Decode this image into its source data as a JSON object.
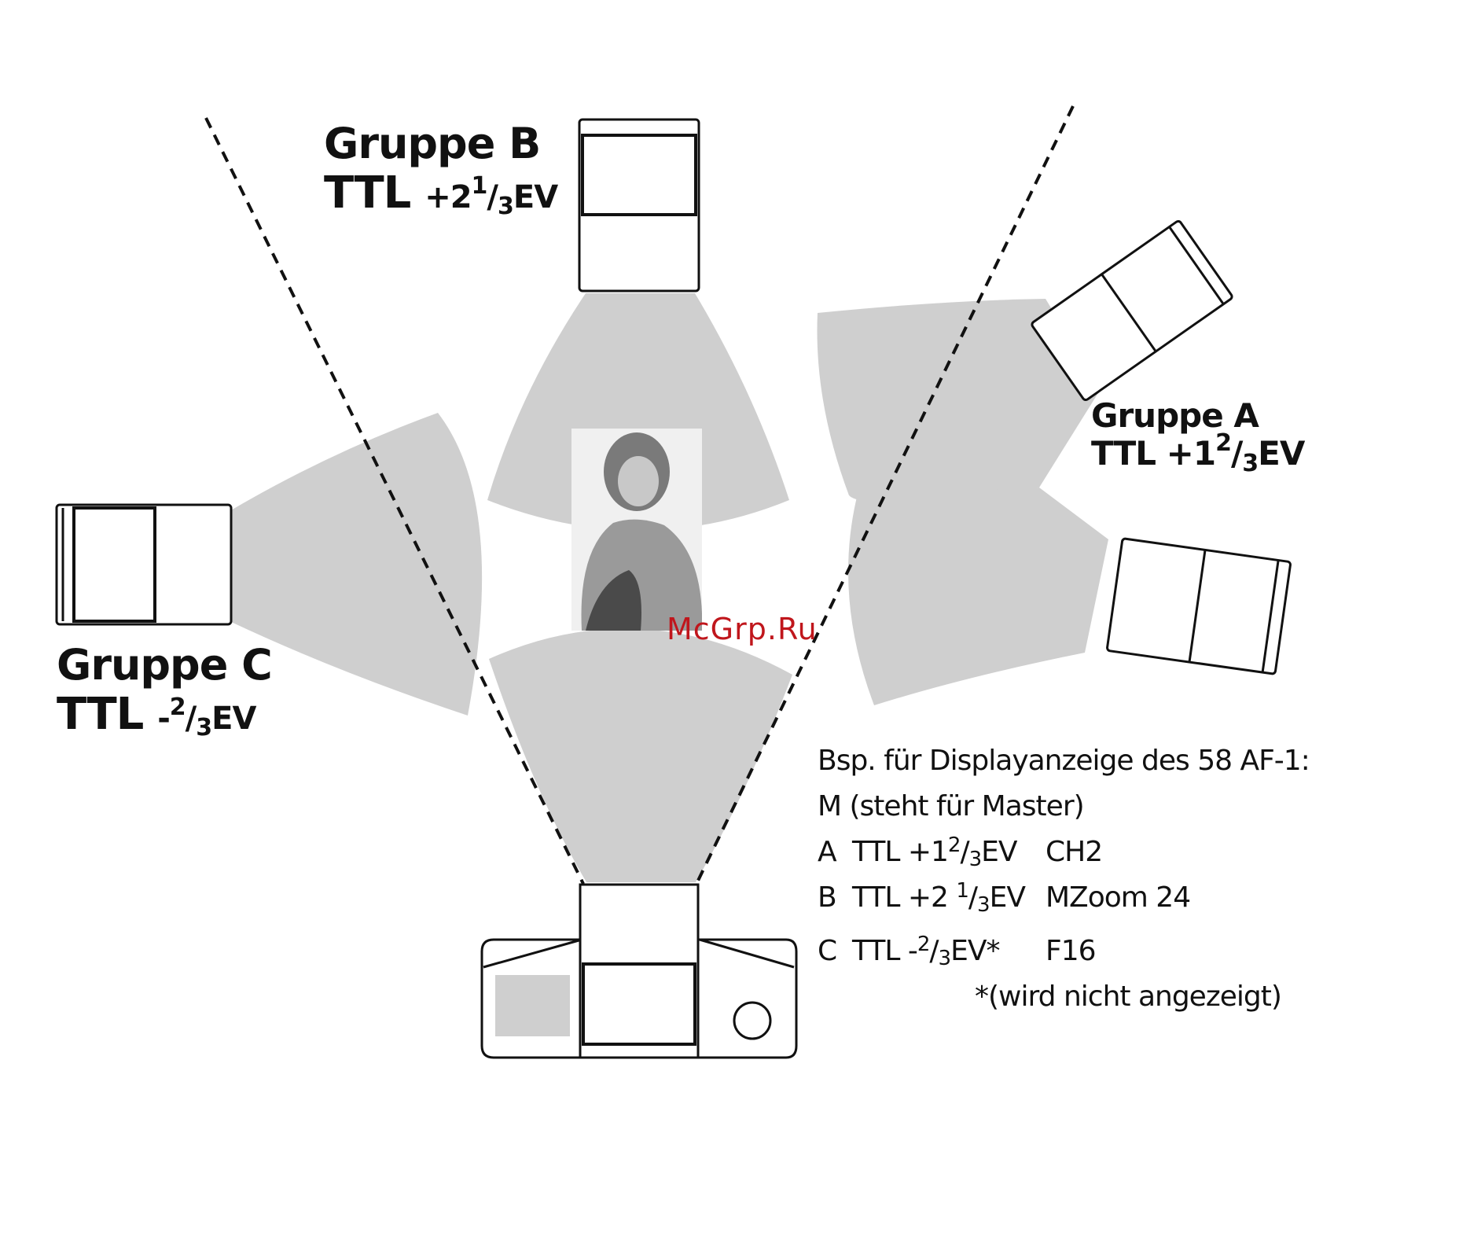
{
  "groups": {
    "b": {
      "name": "Gruppe B",
      "ttl": "TTL",
      "sign": "+2",
      "num": "1",
      "den": "3",
      "unit": "EV"
    },
    "a": {
      "name": "Gruppe A",
      "ttl": "TTL",
      "sign": "+1",
      "num": "2",
      "den": "3",
      "unit": "EV"
    },
    "c": {
      "name": "Gruppe C",
      "ttl": "TTL",
      "sign": "-",
      "num": "2",
      "den": "3",
      "unit": "EV"
    }
  },
  "display": {
    "heading": "Bsp. für Displayanzeige des 58 AF-1:",
    "master": "M (steht für Master)",
    "rows": [
      {
        "group": "A",
        "ttl": "TTL +1",
        "num": "2",
        "den": "3",
        "unit": "EV",
        "setting": "CH2"
      },
      {
        "group": "B",
        "ttl": "TTL +2 ",
        "num": "1",
        "den": "3",
        "unit": "EV",
        "setting": "MZoom  24"
      },
      {
        "group": "C",
        "ttl": "TTL -",
        "num": "2",
        "den": "3",
        "unit": "EV*",
        "setting": "F16"
      }
    ],
    "footnote": "*(wird nicht angezeigt)"
  },
  "watermark": "McGrp.Ru",
  "colors": {
    "beam": "#cfcfcf",
    "outline": "#111111",
    "watermark": "#c0161c"
  }
}
